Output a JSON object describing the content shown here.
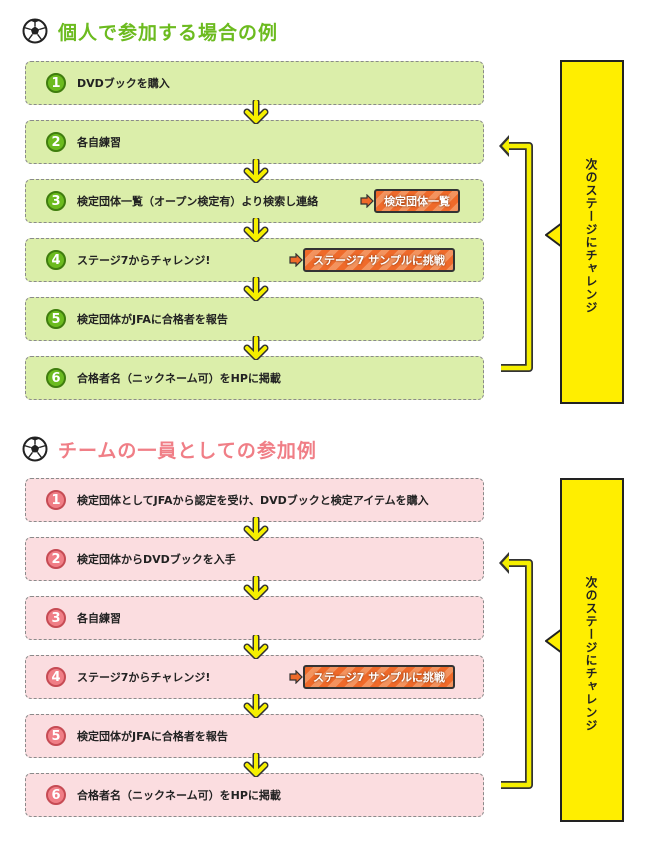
{
  "section1": {
    "title": "個人で参加する場合の例",
    "steps": [
      {
        "num": "1",
        "label": "DVDブックを購入"
      },
      {
        "num": "2",
        "label": "各自練習"
      },
      {
        "num": "3",
        "label": "検定団体一覧（オープン検定有）より検索し連絡",
        "tag": "検定団体一覧"
      },
      {
        "num": "4",
        "label": "ステージ7からチャレンジ!",
        "tag": "ステージ7 サンプルに挑戦"
      },
      {
        "num": "5",
        "label": "検定団体がJFAに合格者を報告"
      },
      {
        "num": "6",
        "label": "合格者名（ニックネーム可）をHPに掲載"
      }
    ],
    "side_label": "次のステージにチャレンジ"
  },
  "section2": {
    "title": "チームの一員としての参加例",
    "steps": [
      {
        "num": "1",
        "label": "検定団体としてJFAから認定を受け、DVDブックと検定アイテムを購入"
      },
      {
        "num": "2",
        "label": "検定団体からDVDブックを入手"
      },
      {
        "num": "3",
        "label": "各自練習"
      },
      {
        "num": "4",
        "label": "ステージ7からチャレンジ!",
        "tag": "ステージ7 サンプルに挑戦"
      },
      {
        "num": "5",
        "label": "検定団体がJFAに合格者を報告"
      },
      {
        "num": "6",
        "label": "合格者名（ニックネーム可）をHPに掲載"
      }
    ],
    "side_label": "次のステージにチャレンジ"
  },
  "colors": {
    "green_accent": "#6cbb1f",
    "green_fill": "#dbeeaa",
    "pink_accent": "#f07e86",
    "pink_fill": "#fbdde0",
    "yellow": "#ffee00",
    "orange": "#ef6a2a"
  },
  "icons": {
    "section_title": "soccer-ball-icon",
    "connector": "down-arrow-icon",
    "tag": "right-arrow-icon"
  }
}
